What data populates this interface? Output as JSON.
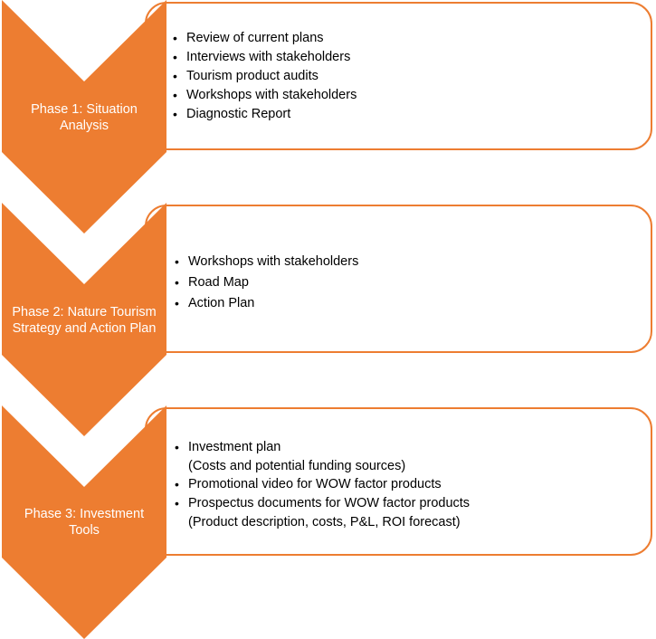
{
  "colors": {
    "accent": "#ED7D31",
    "label_text": "#FFFFFF",
    "bullet_text": "#000000"
  },
  "phases": [
    {
      "label": "Phase 1: Situation\nAnalysis",
      "items": [
        {
          "text": "Review of current plans"
        },
        {
          "text": "Interviews with stakeholders"
        },
        {
          "text": "Tourism product audits"
        },
        {
          "text": "Workshops with stakeholders"
        },
        {
          "text": "Diagnostic Report"
        }
      ]
    },
    {
      "label": "Phase 2: Nature Tourism\nStrategy and Action Plan",
      "items": [
        {
          "text": "Workshops with stakeholders"
        },
        {
          "text": "Road Map"
        },
        {
          "text": "Action Plan"
        }
      ]
    },
    {
      "label": "Phase 3: Investment\nTools",
      "items": [
        {
          "text": "Investment plan",
          "sub": "(Costs and potential funding sources)"
        },
        {
          "text": "Promotional video for WOW factor products"
        },
        {
          "text": "Prospectus documents for WOW factor products",
          "sub": "(Product description, costs, P&L, ROI forecast)"
        }
      ]
    }
  ]
}
